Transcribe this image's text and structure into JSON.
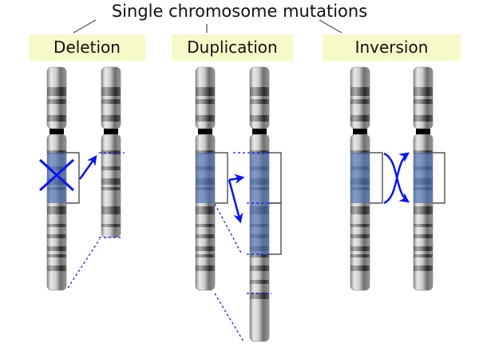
{
  "title": "Single chromosome mutations",
  "panels": [
    {
      "id": "deletion",
      "label": "Deletion"
    },
    {
      "id": "duplication",
      "label": "Duplication"
    },
    {
      "id": "inversion",
      "label": "Inversion"
    }
  ],
  "colors": {
    "label_bg": "#f6f9c8",
    "highlight": "#4a6fb0",
    "arrow": "#0a14f0",
    "bracket": "#333333",
    "centromere": "#000000"
  }
}
